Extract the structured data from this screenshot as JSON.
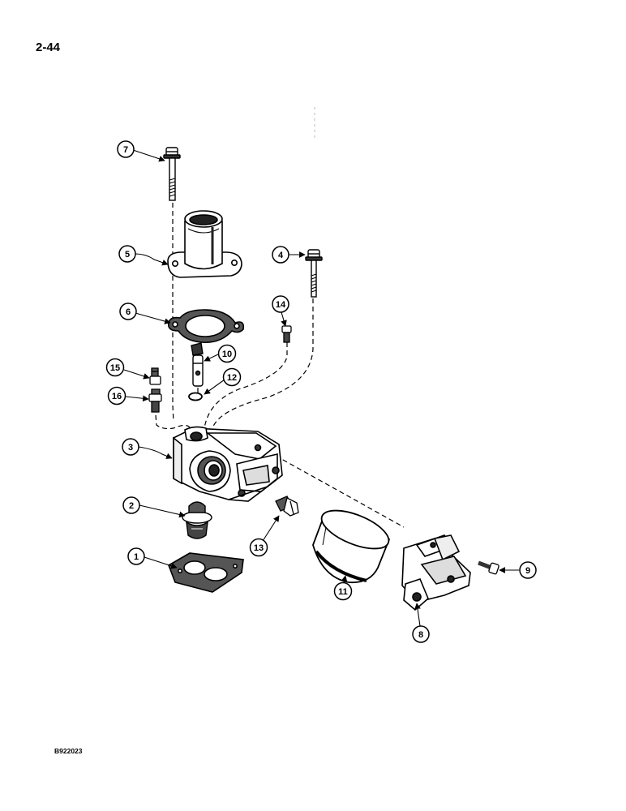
{
  "page": {
    "number": "2-44",
    "figure_code": "B922023"
  },
  "callouts": [
    {
      "id": "1",
      "part": "gasket-base"
    },
    {
      "id": "2",
      "part": "thermostat"
    },
    {
      "id": "3",
      "part": "thermostat-housing"
    },
    {
      "id": "4",
      "part": "bolt"
    },
    {
      "id": "5",
      "part": "outlet-elbow"
    },
    {
      "id": "6",
      "part": "gasket-elbow"
    },
    {
      "id": "7",
      "part": "bolt"
    },
    {
      "id": "8",
      "part": "filter-mount-bracket"
    },
    {
      "id": "9",
      "part": "bolt"
    },
    {
      "id": "10",
      "part": "sender"
    },
    {
      "id": "11",
      "part": "filter"
    },
    {
      "id": "12",
      "part": "o-ring"
    },
    {
      "id": "13",
      "part": "fitting"
    },
    {
      "id": "14",
      "part": "plug"
    },
    {
      "id": "15",
      "part": "fitting"
    },
    {
      "id": "16",
      "part": "sender"
    }
  ]
}
